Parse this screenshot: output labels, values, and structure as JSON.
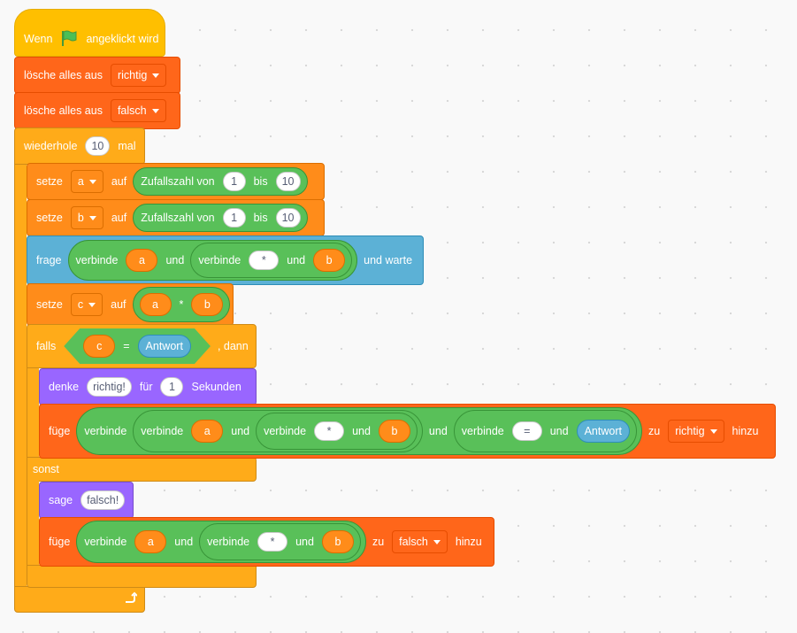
{
  "hat": {
    "before": "Wenn",
    "after": "angeklickt wird",
    "icon": "green-flag-icon",
    "flag_color": "#4cbf56"
  },
  "delete1": {
    "label": "lösche alles aus",
    "list": "richtig"
  },
  "delete2": {
    "label": "lösche alles aus",
    "list": "falsch"
  },
  "repeat": {
    "label": "wiederhole",
    "count": "10",
    "suffix": "mal",
    "icon": "loop-arrow-icon"
  },
  "set_a": {
    "label": "setze",
    "var": "a",
    "to": "auf",
    "op_label": "Zufallszahl von",
    "from": "1",
    "between": "bis",
    "max": "10"
  },
  "set_b": {
    "label": "setze",
    "var": "b",
    "to": "auf",
    "op_label": "Zufallszahl von",
    "from": "1",
    "between": "bis",
    "max": "10"
  },
  "ask": {
    "label": "frage",
    "join": "verbinde",
    "a": "a",
    "and": "und",
    "join2": "verbinde",
    "star": "*",
    "and2": "und",
    "b": "b",
    "suffix": "und warte"
  },
  "set_c": {
    "label": "setze",
    "var": "c",
    "to": "auf",
    "a": "a",
    "times": "*",
    "b": "b"
  },
  "if": {
    "label": "falls",
    "c": "c",
    "eq": "=",
    "answer": "Antwort",
    "then": ", dann",
    "else": "sonst"
  },
  "think": {
    "label": "denke",
    "msg": "richtig!",
    "for": "für",
    "secs": "1",
    "unit": "Sekunden"
  },
  "add1": {
    "label": "füge",
    "join1": "verbinde",
    "join2": "verbinde",
    "a": "a",
    "and1": "und",
    "join3": "verbinde",
    "star": "*",
    "and2": "und",
    "b": "b",
    "and3": "und",
    "join4": "verbinde",
    "eq": "=",
    "and4": "und",
    "answer": "Antwort",
    "to": "zu",
    "list": "richtig",
    "suffix": "hinzu"
  },
  "say": {
    "label": "sage",
    "msg": "falsch!"
  },
  "add2": {
    "label": "füge",
    "join1": "verbinde",
    "a": "a",
    "and1": "und",
    "join2": "verbinde",
    "star": "*",
    "and2": "und",
    "b": "b",
    "to": "zu",
    "list": "falsch",
    "suffix": "hinzu"
  }
}
